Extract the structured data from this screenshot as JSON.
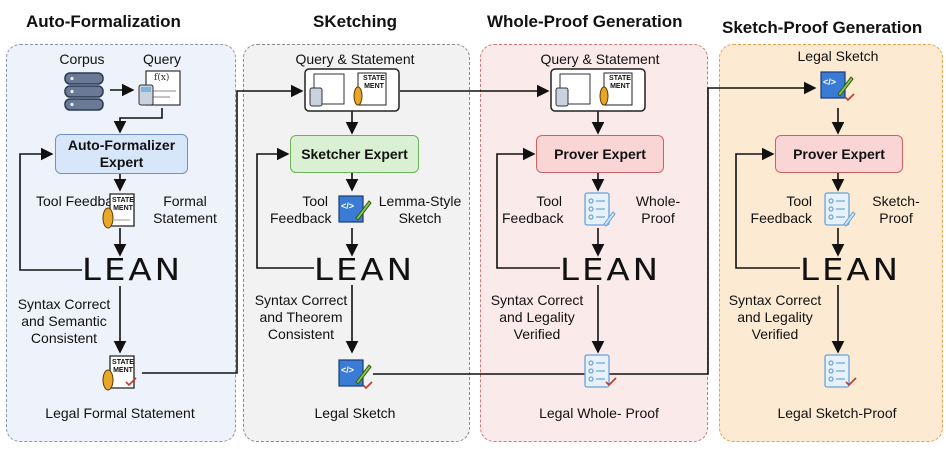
{
  "titles": {
    "p1": "Auto-Formalization",
    "p2": "SKetching",
    "p3": "Whole-Proof Generation",
    "p4": "Sketch-Proof Generation"
  },
  "p1": {
    "corpus": "Corpus",
    "query": "Query",
    "expert": "Auto-Formalizer Expert",
    "tool_feedback": "Tool Feedback",
    "artifact": "Formal Statement",
    "lean": "LEAN",
    "check": "Syntax Correct and Semantic Consistent",
    "result": "Legal Formal Statement"
  },
  "p2": {
    "input": "Query & Statement",
    "expert": "Sketcher Expert",
    "tool_feedback": "Tool Feedback",
    "artifact": "Lemma-Style Sketch",
    "lean": "LEAN",
    "check": "Syntax Correct and Theorem Consistent",
    "result": "Legal Sketch"
  },
  "p3": {
    "input": "Query & Statement",
    "expert": "Prover Expert",
    "tool_feedback": "Tool Feedback",
    "artifact": "Whole-Proof",
    "lean": "LEAN",
    "check": "Syntax Correct and Legality Verified",
    "result": "Legal Whole- Proof"
  },
  "p4": {
    "input": "Legal Sketch",
    "expert": "Prover Expert",
    "tool_feedback": "Tool Feedback",
    "artifact": "Sketch-Proof",
    "lean": "LEAN",
    "check": "Syntax Correct and Legality Verified",
    "result": "Legal Sketch-Proof"
  },
  "icon_labels": {
    "statement": "STATE MENT",
    "formula": "f(x)",
    "code": "</>"
  },
  "colors": {
    "panel1_bg": "#eef2fb",
    "panel2_bg": "#f2f2f2",
    "panel3_bg": "#fbeaea",
    "panel4_bg": "#fcebd2",
    "expert1_bg": "#d8e6fa",
    "expert2_bg": "#d9f0d3",
    "expert3_bg": "#f9d5d5",
    "expert4_bg": "#f9d5d5"
  }
}
